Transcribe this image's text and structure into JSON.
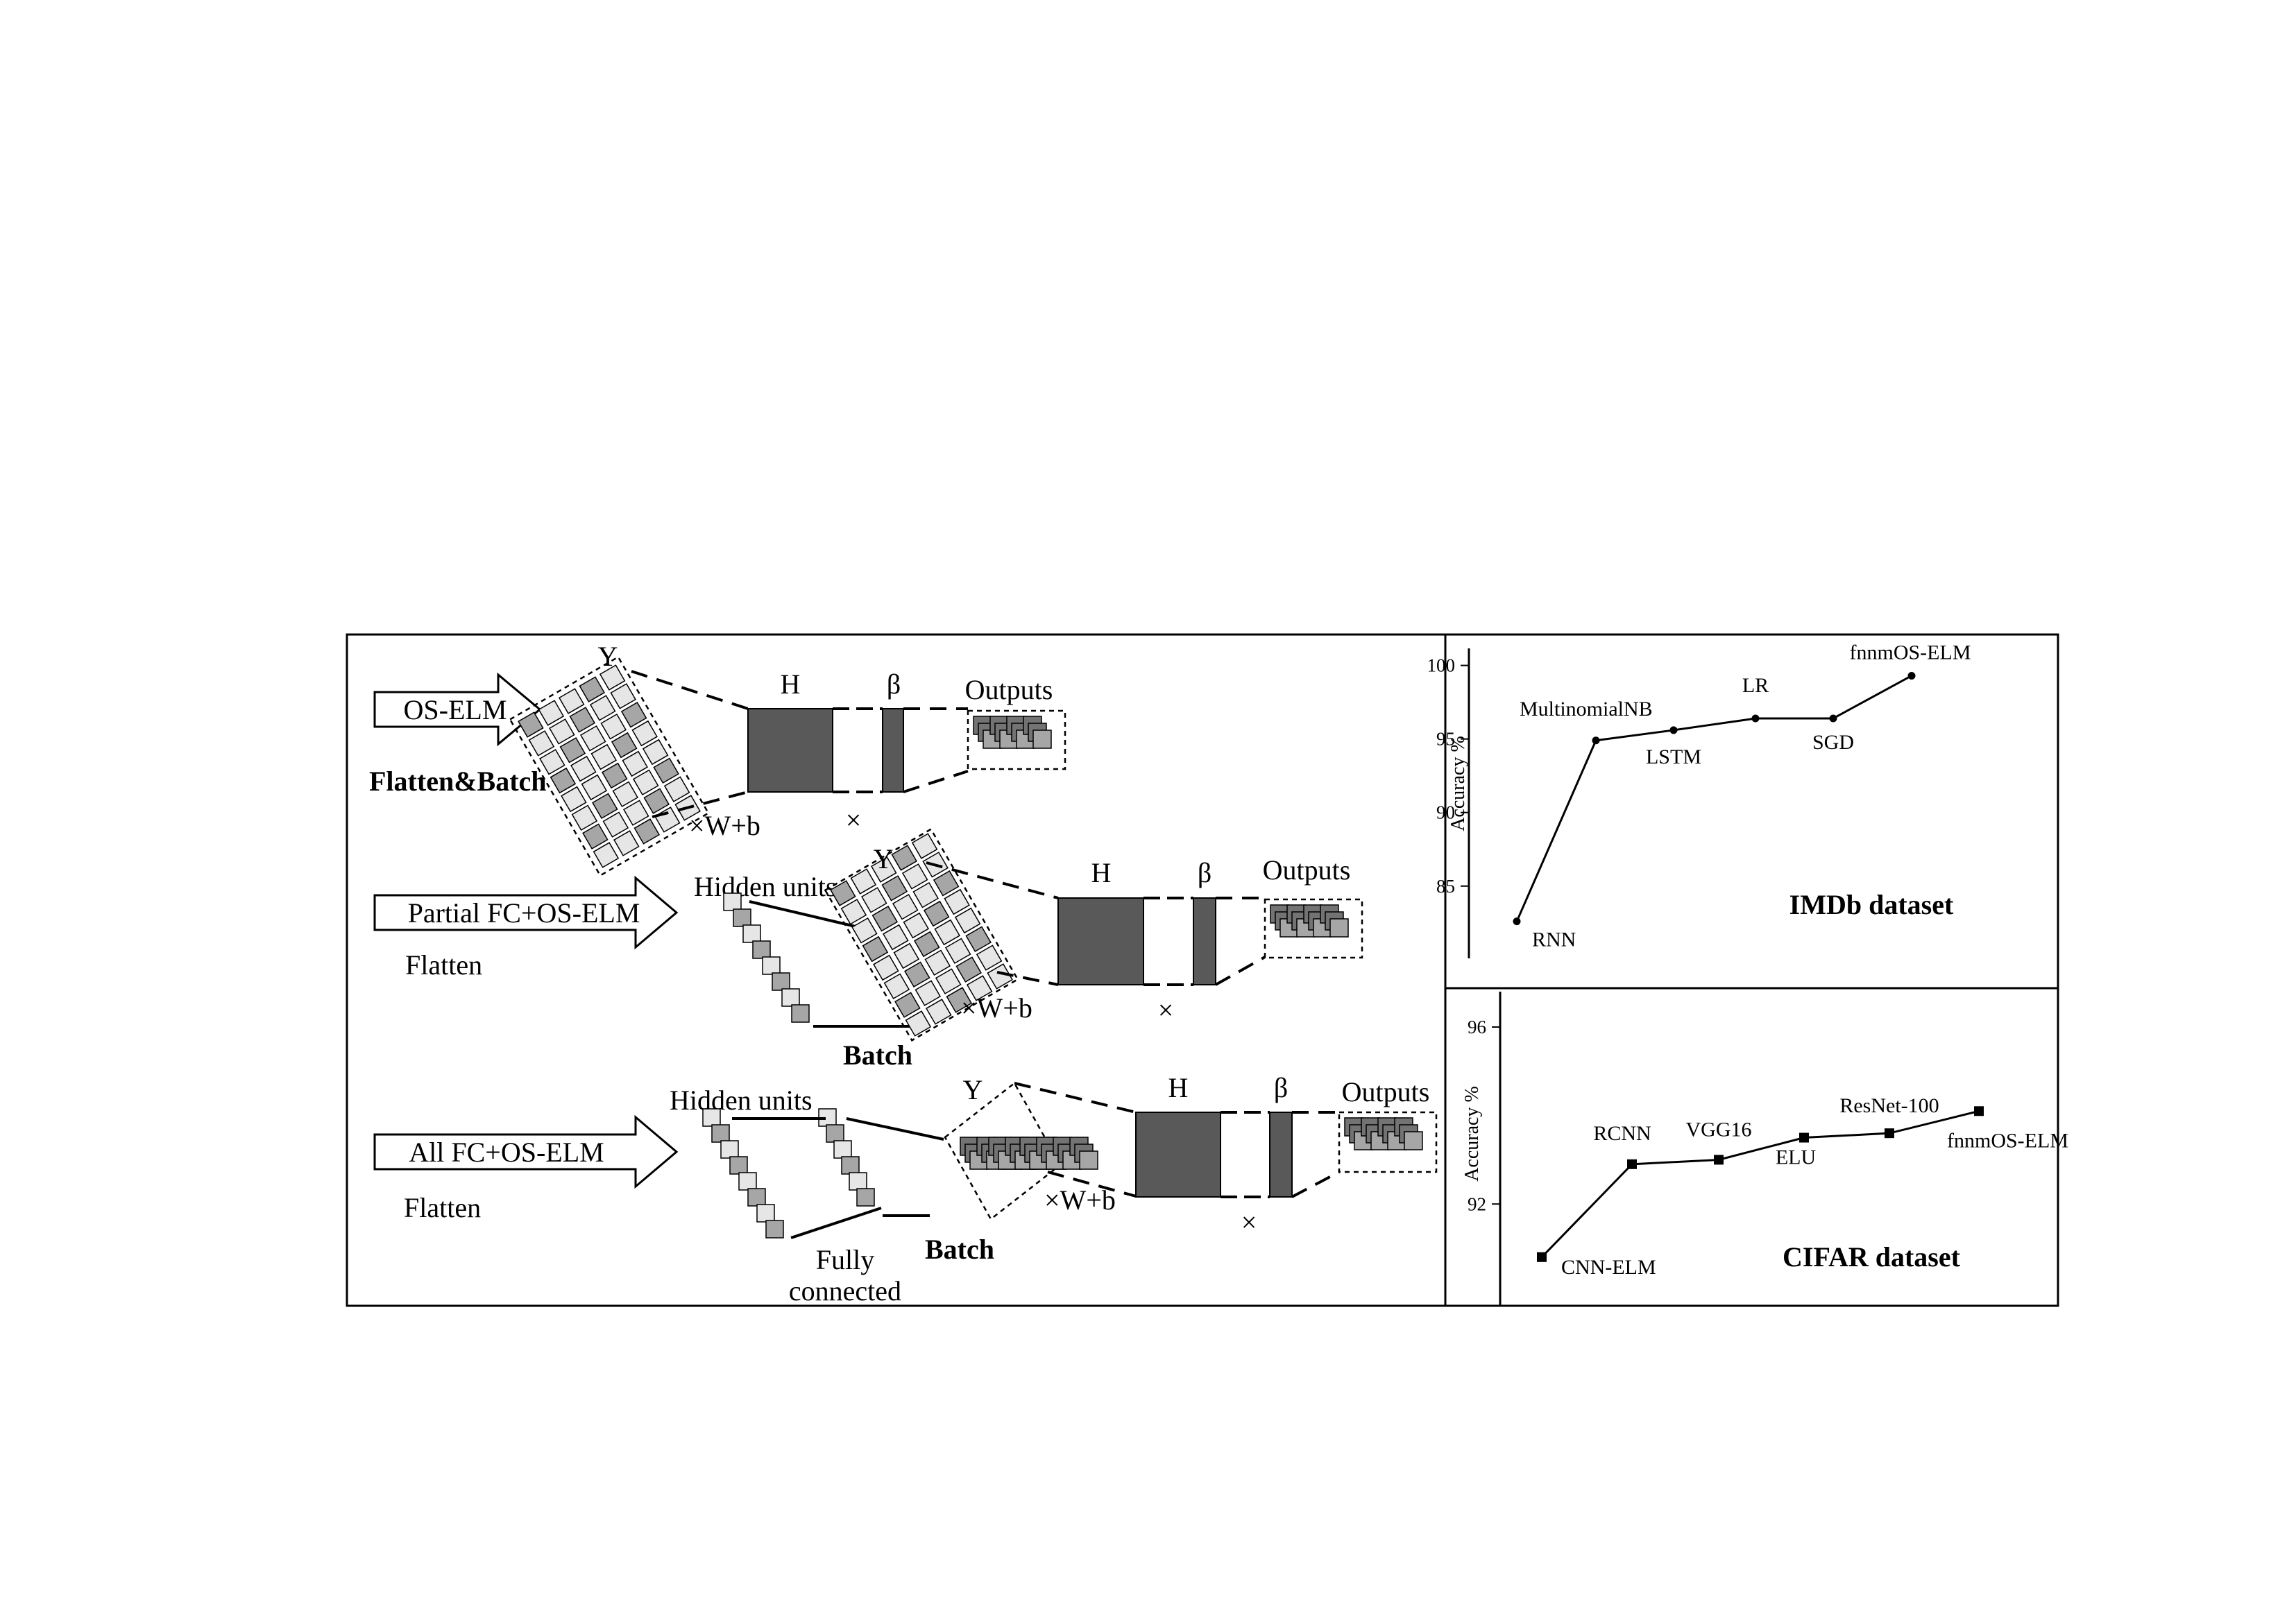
{
  "diagram": {
    "rows": [
      {
        "arrow_label": "OS-ELM",
        "side_label": "Flatten&Batch",
        "y_label": "Y",
        "h_label": "H",
        "beta_label": "β",
        "outputs_label": "Outputs",
        "wb_label": "×W+b",
        "times_label": "×"
      },
      {
        "arrow_label": "Partial FC+OS-ELM",
        "side_label": "Flatten",
        "hidden_label": "Hidden units",
        "batch_label": "Batch",
        "y_label": "Y",
        "h_label": "H",
        "beta_label": "β",
        "outputs_label": "Outputs",
        "wb_label": "×W+b",
        "times_label": "×"
      },
      {
        "arrow_label": "All FC+OS-ELM",
        "side_label": "Flatten",
        "hidden_label": "Hidden units",
        "fc_label_1": "Fully",
        "fc_label_2": "connected",
        "batch_label": "Batch",
        "y_label": "Y",
        "h_label": "H",
        "beta_label": "β",
        "outputs_label": "Outputs",
        "wb_label": "×W+b",
        "times_label": "×"
      }
    ],
    "colors": {
      "block_dark": "#595959",
      "tile_light": "#e6e6e6",
      "tile_mid": "#a6a6a6",
      "tile_dark": "#737373"
    }
  },
  "chart_data": [
    {
      "type": "line",
      "title": "IMDb dataset",
      "ylabel": "Accuracy %",
      "xlabel": "",
      "ylim": [
        81.5,
        100.5
      ],
      "yticks": [
        85,
        90,
        95,
        100
      ],
      "categories": [
        "RNN",
        "MultinomialNB",
        "LSTM",
        "LR",
        "SGD",
        "fnnmOS-ELM"
      ],
      "values": [
        82.6,
        94.9,
        95.6,
        96.4,
        96.4,
        99.3
      ],
      "marker": "circle"
    },
    {
      "type": "line",
      "title": "CIFAR dataset",
      "ylabel": "Accuracy %",
      "xlabel": "",
      "ylim": [
        89.7,
        96.8
      ],
      "yticks": [
        92,
        96
      ],
      "categories": [
        "CNN-ELM",
        "RCNN",
        "VGG16",
        "ELU",
        "ResNet-100",
        "fnnmOS-ELM"
      ],
      "values": [
        90.8,
        92.9,
        93.0,
        93.5,
        93.6,
        94.1
      ],
      "marker": "square"
    }
  ]
}
